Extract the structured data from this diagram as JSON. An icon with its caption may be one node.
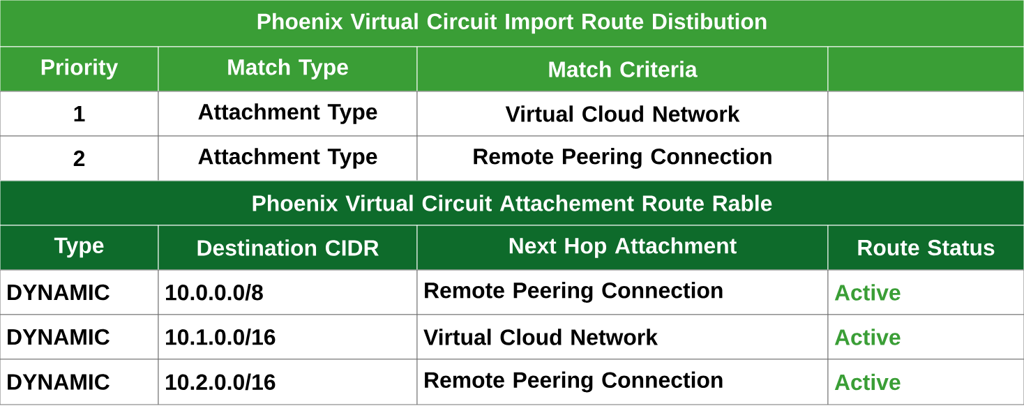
{
  "diagram": {
    "labels": [
      "Phoenix Virtual Circuit Import Route Distibution",
      "Priority",
      "Match Type",
      "Match Criteria",
      "1",
      "Attachment Type",
      "Virtual Cloud Network",
      "2",
      "Attachment Type",
      "Remote Peering Connection",
      "Phoenix Virtual Circuit Attachement Route Rable",
      "Type",
      "Destination CIDR",
      "Next Hop Attachment",
      "Route Status",
      "DYNAMIC",
      "10.0.0.0/8",
      "Remote Peering Connection",
      "Active",
      "DYNAMIC",
      "10.1.0.0/16",
      "Virtual Cloud Network",
      "Active",
      "DYNAMIC",
      "10.2.0.0/16",
      "Remote Peering Connection",
      "Active"
    ]
  }
}
